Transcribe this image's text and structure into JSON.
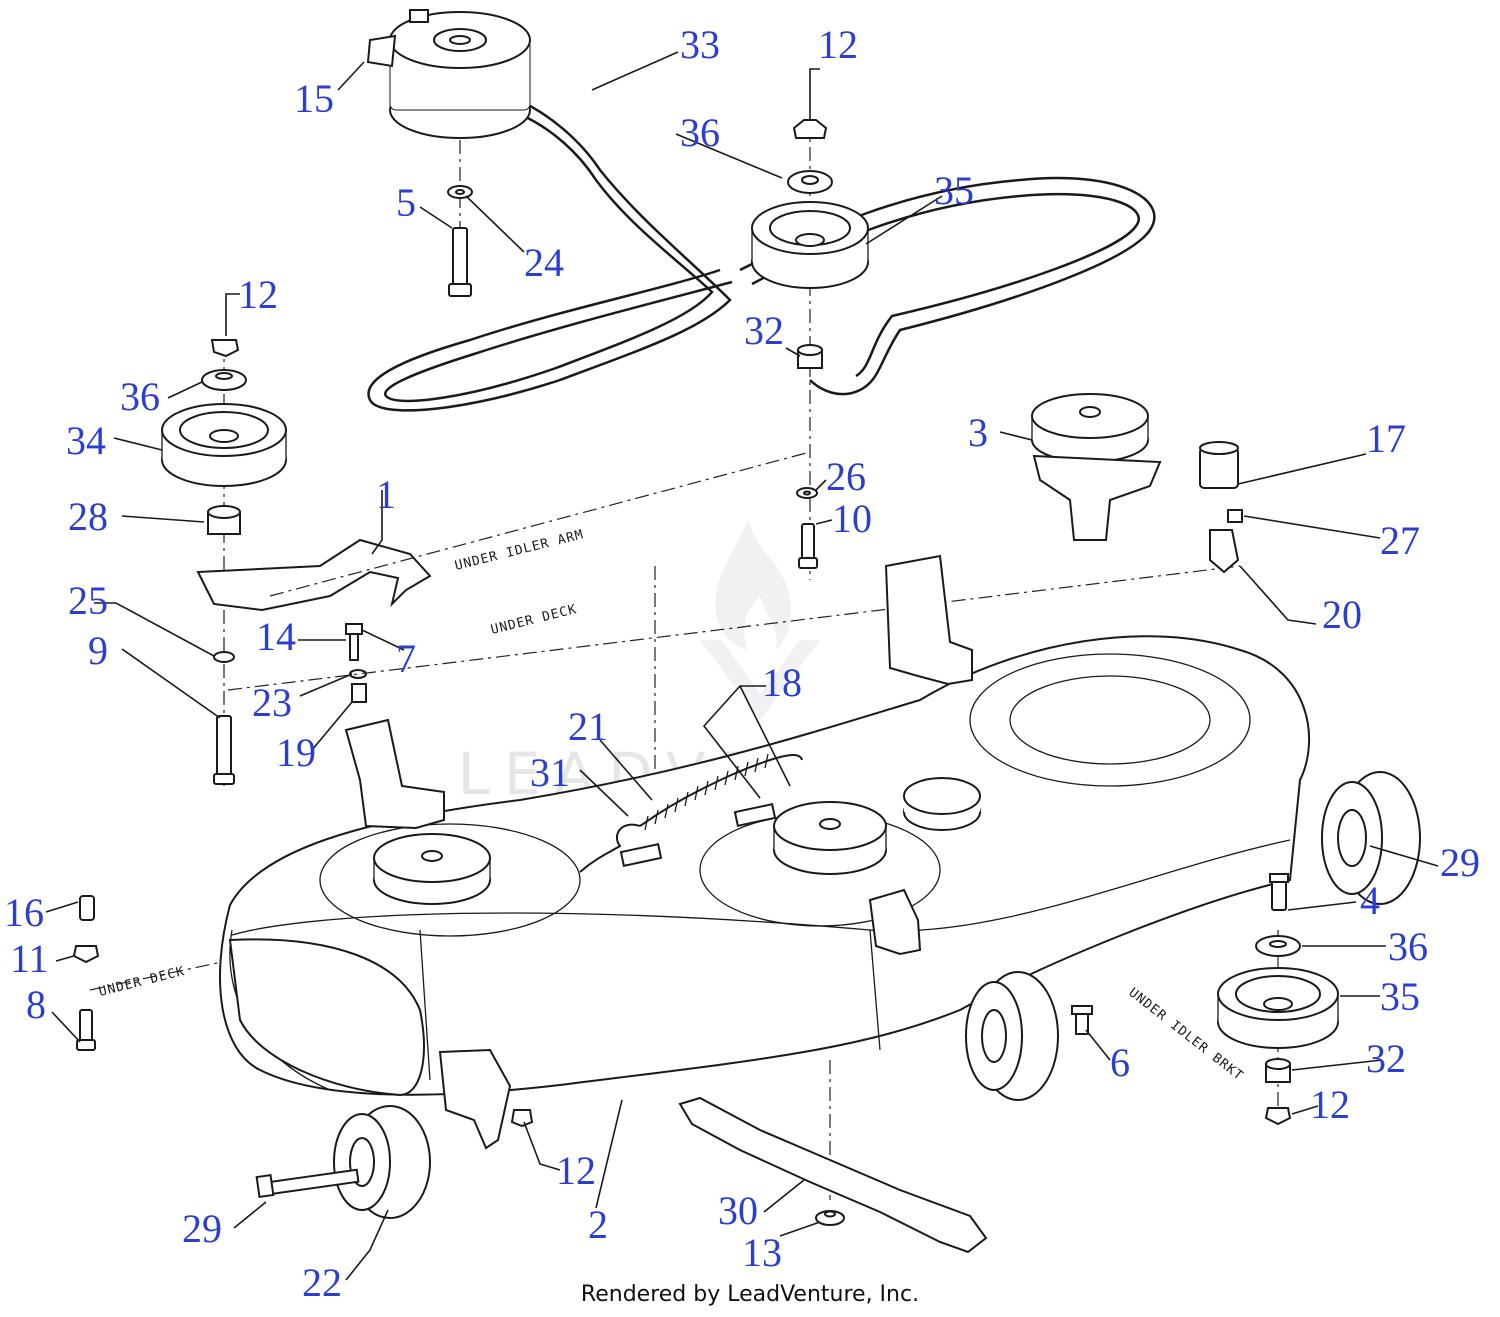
{
  "colors": {
    "callout": "#2a3fd1",
    "line": "#1a1a1a",
    "watermark": "#e6e6e6"
  },
  "watermark": {
    "logo_icon": "flame-v-logo-icon",
    "text": "LEADVENTURE"
  },
  "callouts": [
    {
      "id": "c1",
      "label": "1"
    },
    {
      "id": "c2",
      "label": "2"
    },
    {
      "id": "c3",
      "label": "3"
    },
    {
      "id": "c4",
      "label": "4"
    },
    {
      "id": "c5",
      "label": "5"
    },
    {
      "id": "c6",
      "label": "6"
    },
    {
      "id": "c7",
      "label": "7"
    },
    {
      "id": "c8",
      "label": "8"
    },
    {
      "id": "c9",
      "label": "9"
    },
    {
      "id": "c10",
      "label": "10"
    },
    {
      "id": "c11",
      "label": "11"
    },
    {
      "id": "c12a",
      "label": "12"
    },
    {
      "id": "c12b",
      "label": "12"
    },
    {
      "id": "c12c",
      "label": "12"
    },
    {
      "id": "c12d",
      "label": "12"
    },
    {
      "id": "c13",
      "label": "13"
    },
    {
      "id": "c14",
      "label": "14"
    },
    {
      "id": "c15",
      "label": "15"
    },
    {
      "id": "c16",
      "label": "16"
    },
    {
      "id": "c17",
      "label": "17"
    },
    {
      "id": "c18",
      "label": "18"
    },
    {
      "id": "c19",
      "label": "19"
    },
    {
      "id": "c20",
      "label": "20"
    },
    {
      "id": "c21",
      "label": "21"
    },
    {
      "id": "c22",
      "label": "22"
    },
    {
      "id": "c23",
      "label": "23"
    },
    {
      "id": "c24",
      "label": "24"
    },
    {
      "id": "c25",
      "label": "25"
    },
    {
      "id": "c26",
      "label": "26"
    },
    {
      "id": "c27",
      "label": "27"
    },
    {
      "id": "c28",
      "label": "28"
    },
    {
      "id": "c29a",
      "label": "29"
    },
    {
      "id": "c29b",
      "label": "29"
    },
    {
      "id": "c30",
      "label": "30"
    },
    {
      "id": "c31",
      "label": "31"
    },
    {
      "id": "c32a",
      "label": "32"
    },
    {
      "id": "c32b",
      "label": "32"
    },
    {
      "id": "c33",
      "label": "33"
    },
    {
      "id": "c34",
      "label": "34"
    },
    {
      "id": "c35a",
      "label": "35"
    },
    {
      "id": "c35b",
      "label": "35"
    },
    {
      "id": "c36a",
      "label": "36"
    },
    {
      "id": "c36b",
      "label": "36"
    },
    {
      "id": "c36c",
      "label": "36"
    }
  ],
  "notes": {
    "under_idler_arm": "UNDER IDLER ARM",
    "under_deck_top": "UNDER DECK",
    "under_deck_left": "UNDER DECK",
    "under_idler_brkt": "UNDER IDLER BRKT"
  },
  "footer": "Rendered by LeadVenture, Inc."
}
